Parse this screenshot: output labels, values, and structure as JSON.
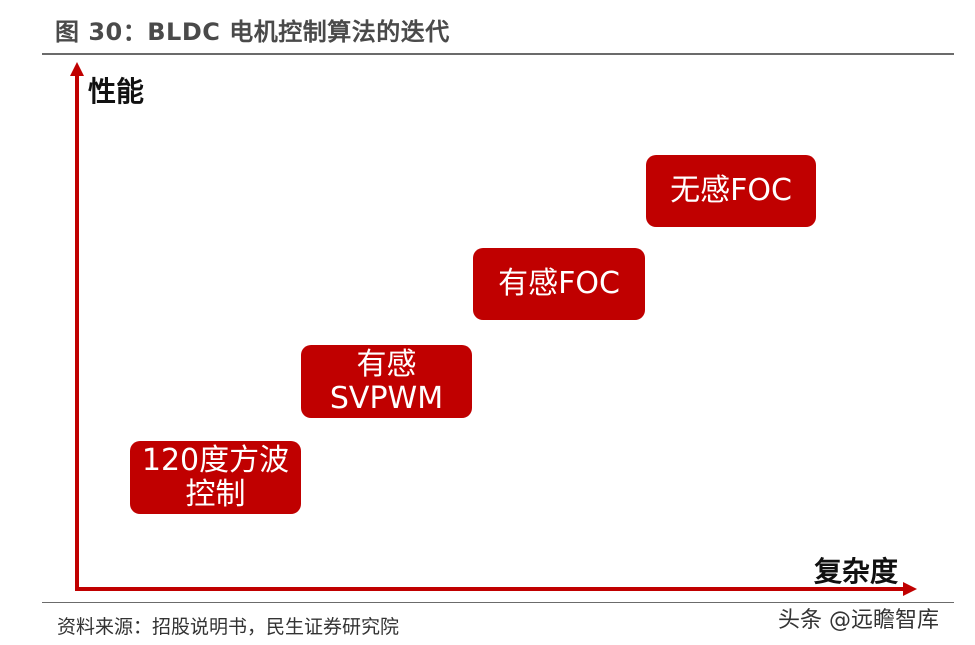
{
  "figure": {
    "title": "图 30：BLDC 电机控制算法的迭代",
    "y_axis_label": "性能",
    "x_axis_label": "复杂度",
    "source": "资料来源：招股说明书，民生证券研究院",
    "watermark": "头条 @远瞻智库",
    "axis_color": "#c00000",
    "box_color": "#c00000"
  },
  "stages": [
    {
      "lines": [
        "120度方波",
        "控制"
      ]
    },
    {
      "lines": [
        "有感",
        "SVPWM"
      ]
    },
    {
      "lines": [
        "有感FOC"
      ]
    },
    {
      "lines": [
        "无感FOC"
      ]
    }
  ]
}
